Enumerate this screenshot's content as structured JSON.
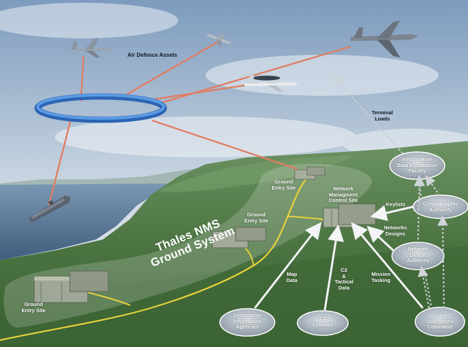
{
  "labels": {
    "air_defence_assets": "Air Defence Assets",
    "terminal_loads": [
      "Terminal",
      "Loads"
    ],
    "ground_entry_site": [
      "Ground",
      "Entry Site"
    ],
    "network_management_control_site": [
      "Network",
      "Managment",
      "Control Site"
    ],
    "initialisation_facility": [
      "Initialisation",
      "Data Preparation",
      "Facility"
    ],
    "keylists": "Keylists",
    "cryptographic_authority": [
      "Cryptographic",
      "Authority"
    ],
    "networks_designs": [
      "Networks",
      "Designs"
    ],
    "network_design_authority": [
      "Network",
      "Design",
      "Authority"
    ],
    "map_data": [
      "Map",
      "Data"
    ],
    "c2_tactical_data": [
      "C2",
      "&",
      "Tactical",
      "Data"
    ],
    "mission_tasking": [
      "Mission",
      "Tasking"
    ],
    "geographic_information_agencies": [
      "Geographic",
      "Information",
      "Agencies"
    ],
    "c2_systems": [
      "C2",
      "Systems"
    ],
    "joint_operations_command": [
      "Joint",
      "Operations",
      "Command"
    ],
    "ground_system_title": [
      "Thales NMS",
      "Ground System"
    ]
  },
  "colors": {
    "sky_top": "#7f9cbd",
    "sky_bottom": "#e6edf3",
    "sea": "#5d7d9c",
    "land": "#4f7a45",
    "link_line": "#e07d63",
    "ring": "#3f7fd6",
    "yellow_line": "#e8d23c",
    "arrow_white": "#f2f4f5",
    "arrow_dashed": "#c9ced3"
  },
  "icons": [
    "fighter-jet-icon",
    "awacs-aircraft-icon",
    "aircraft-carrier-icon",
    "ground-station-shelter-icon"
  ]
}
